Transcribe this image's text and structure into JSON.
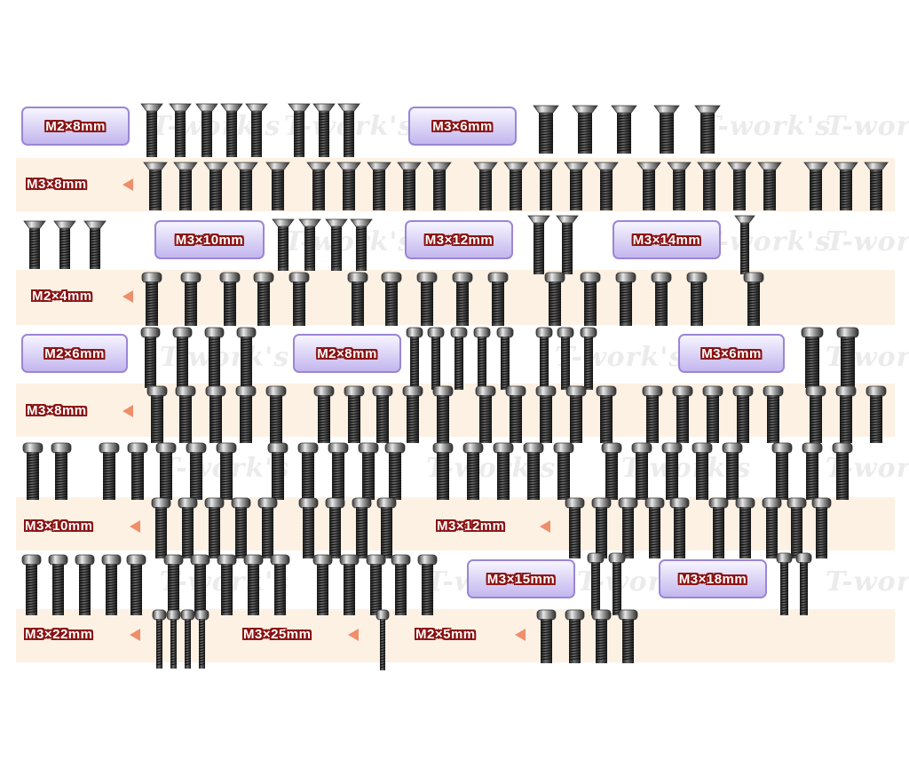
{
  "labels": {
    "r1a": "M2×8mm",
    "r1b": "M3×6mm",
    "r2": "M3×8mm",
    "r3a": "M3×10mm",
    "r3b": "M3×12mm",
    "r3c": "M3×14mm",
    "r4": "M2×4mm",
    "r5a": "M2×6mm",
    "r5b": "M2×8mm",
    "r5c": "M3×6mm",
    "r6": "M3×8mm",
    "r8a": "M3×10mm",
    "r8b": "M3×12mm",
    "r9a": "M3×15mm",
    "r9b": "M3×18mm",
    "r10a": "M3×22mm",
    "r10b": "M3×25mm",
    "r10c": "M2×5mm"
  },
  "watermark": "T-work's",
  "colors": {
    "band": "#fdf1e4",
    "box": "#c3b6ee",
    "arrow": "#ef8e6b",
    "label_outline": "#8a1212"
  }
}
